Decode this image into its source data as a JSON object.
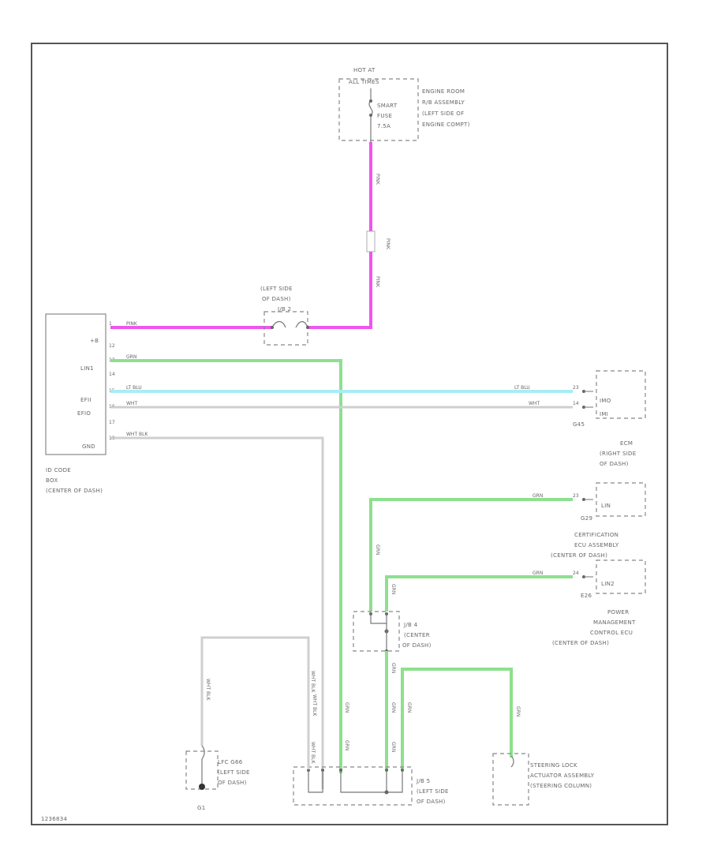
{
  "power": {
    "hot_line1": "HOT AT",
    "hot_line2": "ALL TIMES",
    "fuse_line1": "SMART",
    "fuse_line2": "FUSE",
    "fuse_line3": "7.5A",
    "block_line1": "ENGINE ROOM",
    "block_line2": "R/B ASSEMBLY",
    "block_line3": "(LEFT SIDE OF",
    "block_line4": "ENGINE COMPT)",
    "wire_color": "PINK"
  },
  "jb2": {
    "line1": "(LEFT SIDE",
    "line2": "OF DASH)",
    "line3": "J/B 2"
  },
  "id_code_ecu": {
    "name_line1": "ID CODE",
    "name_line2": "BOX",
    "name_line3": "(CENTER OF DASH)",
    "pins": [
      {
        "num": "1",
        "name": "+B"
      },
      {
        "num": "12",
        "name": ""
      },
      {
        "num": "13",
        "name": "LIN1"
      },
      {
        "num": "14",
        "name": ""
      },
      {
        "num": "15",
        "name": "EFII"
      },
      {
        "num": "16",
        "name": "EFIO"
      },
      {
        "num": "17",
        "name": ""
      },
      {
        "num": "18",
        "name": "GND"
      }
    ]
  },
  "wires": {
    "pink": "PINK",
    "green": "GRN",
    "lt_blu": "LT BLU",
    "wht": "WHT",
    "wht_blk": "WHT BLK"
  },
  "ecm": {
    "connector": "G45",
    "pin_a": "IMO",
    "pin_b": "IMI",
    "name_line1": "ECM",
    "name_line2": "(RIGHT SIDE",
    "name_line3": "OF DASH)"
  },
  "cert_ecu": {
    "connector": "G29",
    "pin": "LIN",
    "name_line1": "CERTIFICATION",
    "name_line2": "ECU ASSEMBLY",
    "name_line3": "(CENTER OF DASH)"
  },
  "pm_ecu": {
    "connector": "E26",
    "pin": "LIN2",
    "name_line1": "POWER",
    "name_line2": "MANAGEMENT",
    "name_line3": "CONTROL ECU",
    "name_line4": "(CENTER OF DASH)"
  },
  "jb4": {
    "line1": "J/B 4",
    "line2": "(CENTER",
    "line3": "OF DASH)"
  },
  "jb5": {
    "line1": "J/B 5",
    "line2": "(LEFT SIDE",
    "line3": "OF DASH)"
  },
  "ground": {
    "connector": "LFC G66",
    "line2": "(LEFT SIDE",
    "line3": "OF DASH)",
    "id": "G1"
  },
  "steering": {
    "line1": "STEERING LOCK",
    "line2": "ACTUATOR ASSEMBLY",
    "line3": "(STEERING COLUMN)"
  },
  "footer": {
    "code": "1236834"
  }
}
